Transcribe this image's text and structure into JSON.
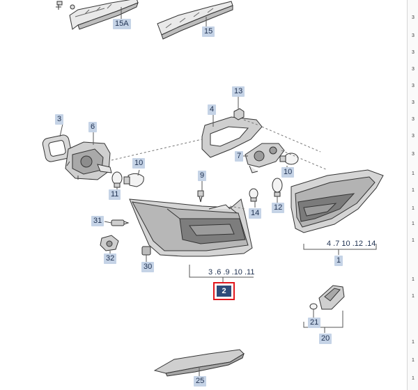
{
  "callouts": {
    "c15a": "15A",
    "c15": "15",
    "c13": "13",
    "c4": "4",
    "c3": "3",
    "c6": "6",
    "c7": "7",
    "c10a": "10",
    "c10b": "10",
    "c9": "9",
    "c11": "11",
    "c14": "14",
    "c12": "12",
    "c31": "31",
    "c32": "32",
    "c30": "30",
    "c1": "1",
    "c1_group": "4 .7 10 .12 .14",
    "c2_group": "3 .6 .9 .10 .11",
    "c2": "2",
    "c21": "21",
    "c20": "20",
    "c25": "25"
  },
  "right_strip": [
    "3",
    "3",
    "3",
    "3",
    "3",
    "3",
    "3",
    "3",
    "3",
    "1",
    "1",
    "1",
    "1",
    "1",
    "1",
    "1",
    "1",
    "1",
    "1"
  ],
  "colors": {
    "callout_bg": "#c5d3e6",
    "selected_bg": "#2f4b79",
    "selected_border": "#e1161c",
    "line": "#3a3a3a"
  }
}
